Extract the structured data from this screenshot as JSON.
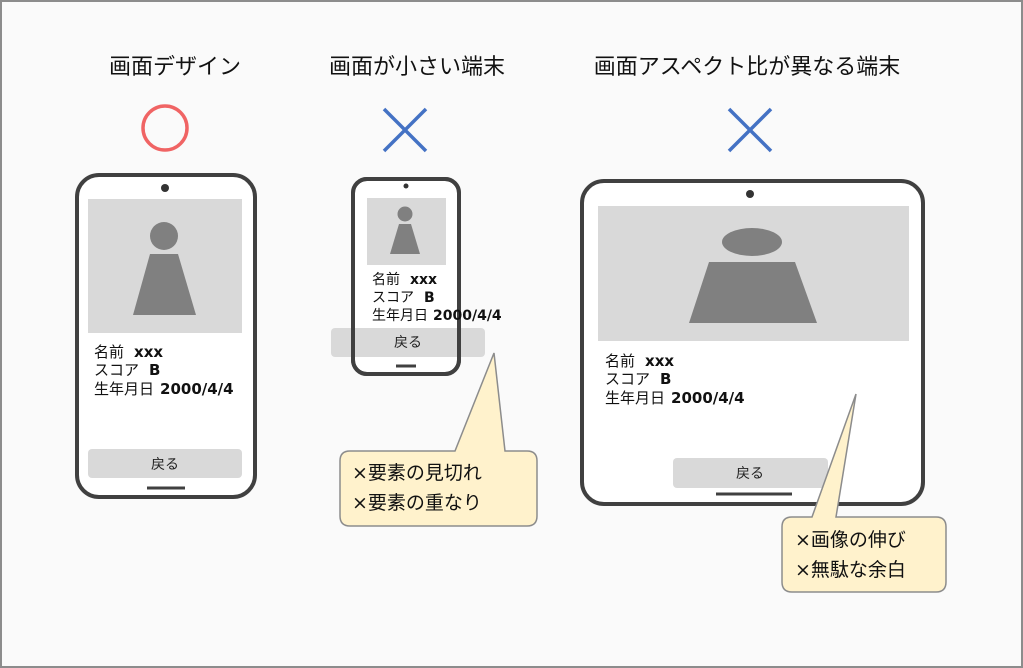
{
  "titles": {
    "design": "画面デザイン",
    "small": "画面が小さい端末",
    "aspect": "画面アスペクト比が異なる端末"
  },
  "marks": {
    "design": "circle-ok",
    "small": "cross-ng",
    "aspect": "cross-ng"
  },
  "colors": {
    "ok": "#f06464",
    "ng": "#4472c4",
    "callout_fill": "#fff2cc",
    "frame": "#404040",
    "image": "#d9d9d9",
    "figure": "#808080"
  },
  "profile": {
    "name_label": "名前",
    "name_value": "xxx",
    "score_label": "スコア",
    "score_value": "B",
    "birth_label": "生年月日",
    "birth_value": "2000/4/4",
    "back_button": "戻る"
  },
  "callouts": {
    "small": [
      "×要素の見切れ",
      "×要素の重なり"
    ],
    "aspect": [
      "×画像の伸び",
      "×無駄な余白"
    ]
  }
}
